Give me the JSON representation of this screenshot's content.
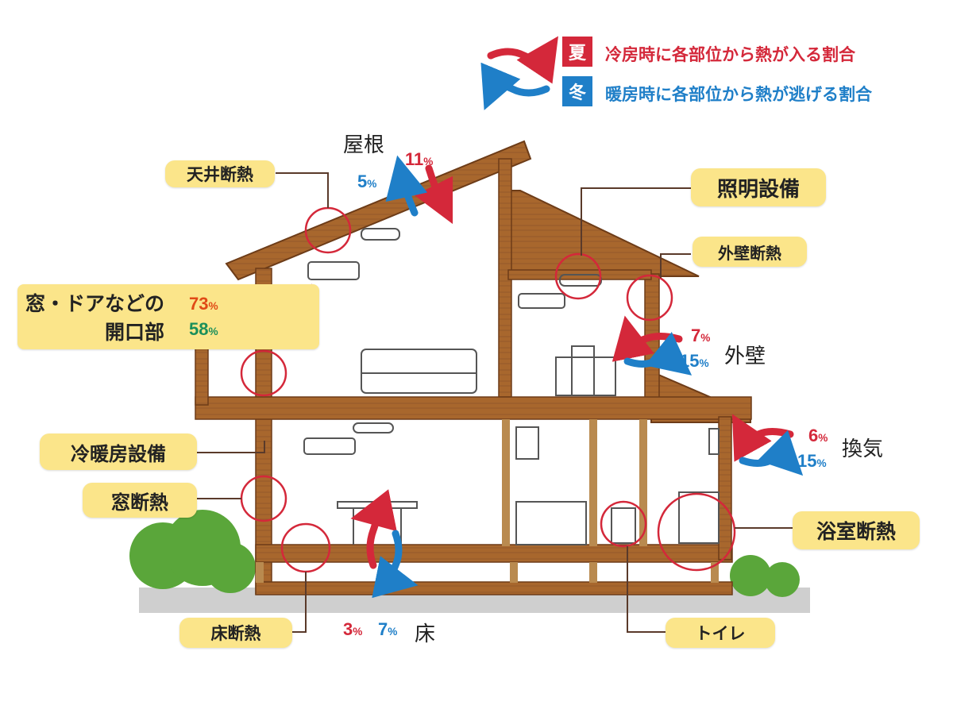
{
  "legend": {
    "summer": {
      "badge": "夏",
      "text": "冷房時に各部位から熱が入る割合",
      "color": "#d4283a"
    },
    "winter": {
      "badge": "冬",
      "text": "暖房時に各部位から熱が逃げる割合",
      "color": "#1f7fc8"
    }
  },
  "labels": {
    "ceiling_insulation": "天井断熱",
    "lighting": "照明設備",
    "exterior_wall_insulation": "外壁断熱",
    "window_door_line1": "窓・ドアなどの",
    "window_door_line2": "開口部",
    "hvac": "冷暖房設備",
    "window_insulation": "窓断熱",
    "bathroom_insulation": "浴室断熱",
    "floor_insulation": "床断熱",
    "toilet": "トイレ"
  },
  "parts": {
    "roof": {
      "name": "屋根",
      "summer": "11",
      "winter": "5"
    },
    "openings": {
      "summer": "73",
      "winter": "58"
    },
    "wall": {
      "name": "外壁",
      "summer": "7",
      "winter": "15"
    },
    "ventilation": {
      "name": "換気",
      "summer": "6",
      "winter": "15"
    },
    "floor": {
      "name": "床",
      "summer": "3",
      "winter": "7"
    }
  },
  "unit": "%",
  "colors": {
    "summer": "#d4283a",
    "winter": "#1f7fc8",
    "wood": "#8a4f22",
    "label_bg": "#fbe58a"
  }
}
